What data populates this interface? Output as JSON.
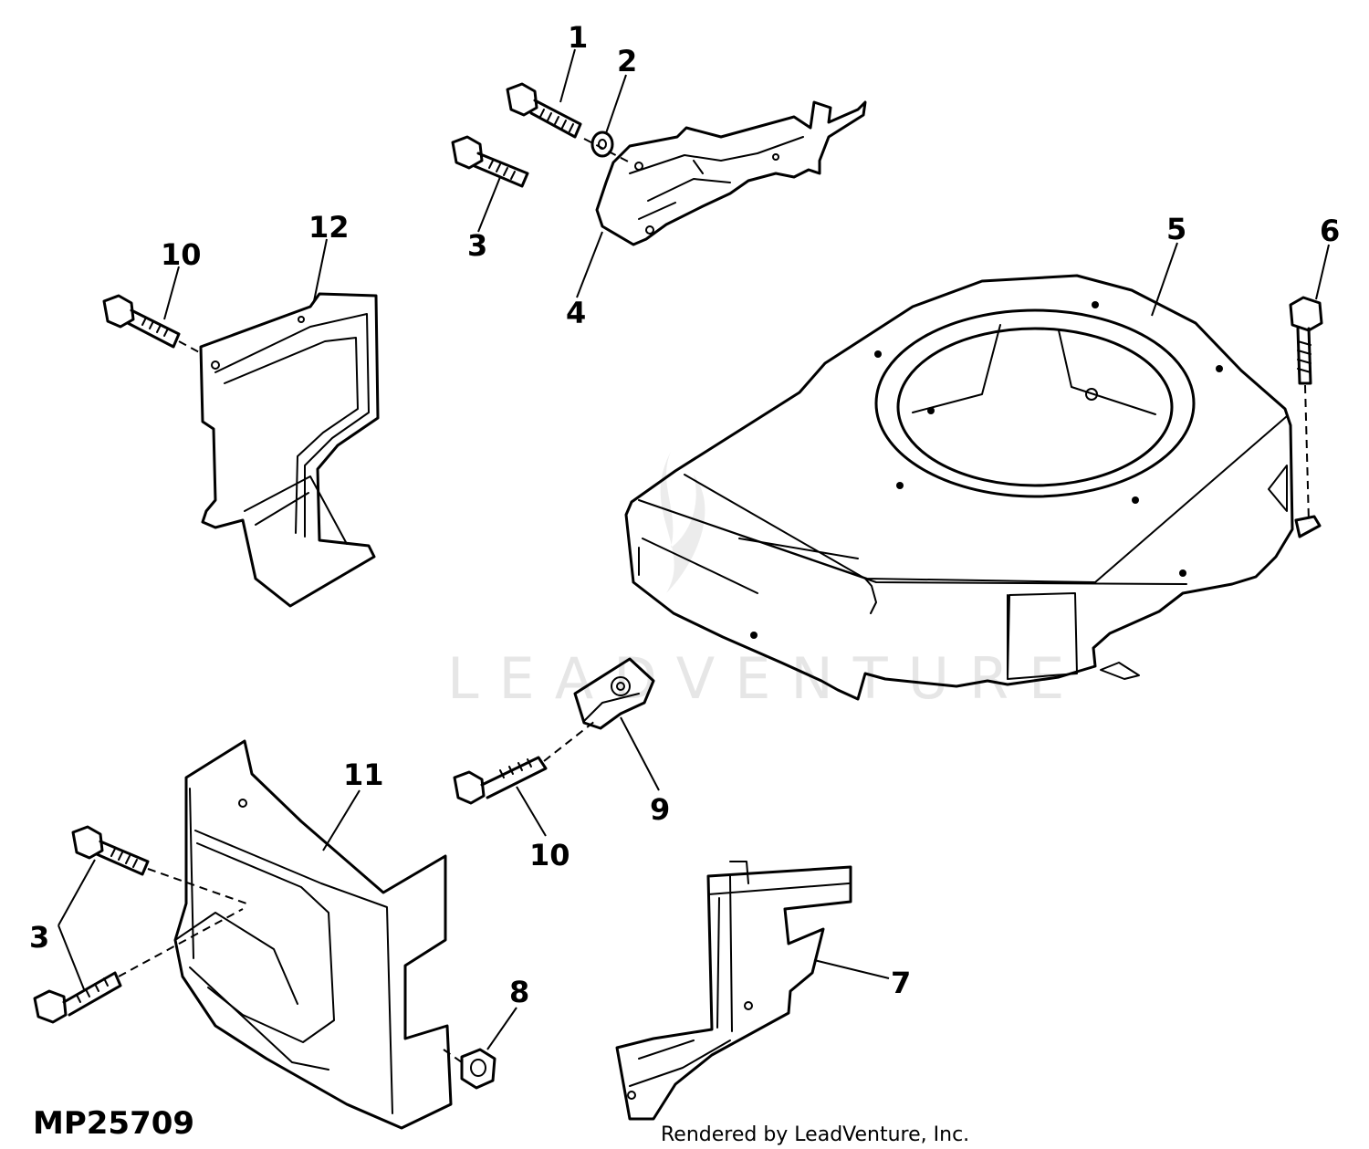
{
  "diagram_code": "MP25709",
  "credit": "Rendered by LeadVenture, Inc.",
  "watermark": "LEADVENTURE",
  "callouts": {
    "c1": "1",
    "c2": "2",
    "c3a": "3",
    "c3b": "3",
    "c4": "4",
    "c5": "5",
    "c6": "6",
    "c7": "7",
    "c8": "8",
    "c9": "9",
    "c10a": "10",
    "c10b": "10",
    "c11": "11",
    "c12": "12"
  }
}
